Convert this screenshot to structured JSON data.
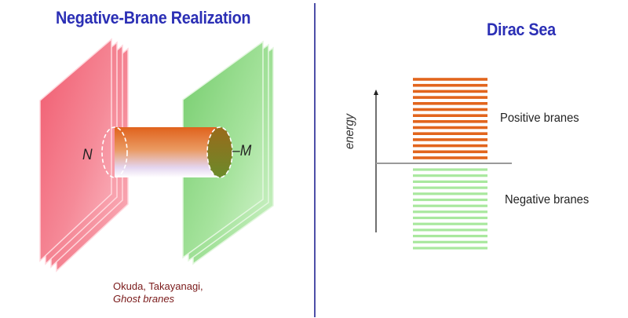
{
  "left_panel": {
    "title": "Negative-Brane Realization",
    "stack_n_label": "N",
    "stack_m_label": "–M",
    "reference": {
      "authors": "Okuda, Takayanagi,",
      "title": "Ghost branes"
    },
    "colors": {
      "positive_brane": "#f26b7d",
      "negative_brane": "#8fd886",
      "tube_top": "#e2651d",
      "tube_bottom": "#d6c8f2"
    }
  },
  "right_panel": {
    "title": "Dirac Sea",
    "axis_label": "energy",
    "positive_label": "Positive branes",
    "negative_label": "Negative branes",
    "positive_levels": 14,
    "negative_levels": 14,
    "colors": {
      "positive": "#e2651d",
      "negative": "#a9e89e",
      "divider": "#4d4fa8",
      "title": "#2b2fb5"
    }
  }
}
